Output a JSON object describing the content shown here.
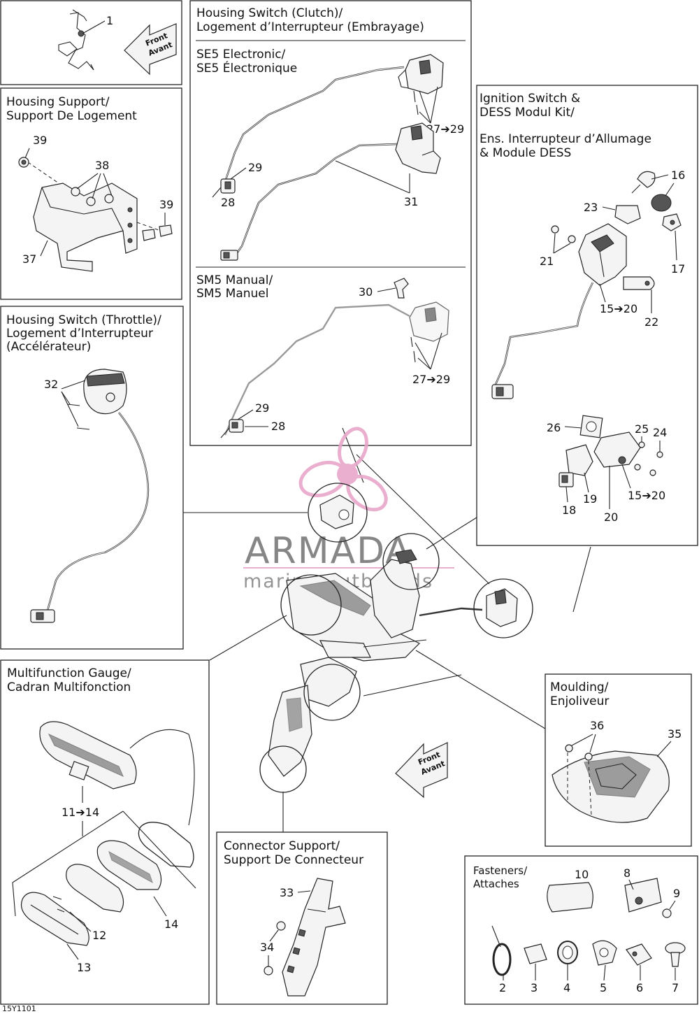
{
  "sections": {
    "clutch_housing": {
      "title_line1": "Housing Switch (Clutch)/",
      "title_line2": "Logement d’Interrupteur (Embrayage)"
    },
    "se5": {
      "line1": "SE5 Electronic/",
      "line2": "SE5 Électronique"
    },
    "sm5": {
      "line1": "SM5 Manual/",
      "line2": "SM5 Manuel"
    },
    "housing_support": {
      "line1": "Housing Support/",
      "line2": "Support De Logement"
    },
    "ignition": {
      "line1": "Ignition Switch &",
      "line2": "DESS Modul Kit/",
      "line3": "Ens. Interrupteur d’Allumage",
      "line4": "& Module DESS"
    },
    "throttle": {
      "line1": "Housing Switch (Throttle)/",
      "line2": "Logement d’Interrupteur",
      "line3": "(Accélérateur)"
    },
    "gauge": {
      "line1": "Multifunction Gauge/",
      "line2": "Cadran Multifonction"
    },
    "moulding": {
      "line1": "Moulding/",
      "line2": "Enjoliveur"
    },
    "connector_support": {
      "line1": "Connector Support/",
      "line2": "Support De Connecteur"
    },
    "fasteners": {
      "line1": "Fasteners/",
      "line2": "Attaches"
    }
  },
  "front_arrow": {
    "line1": "Front",
    "line2": "Avant"
  },
  "watermark": {
    "brand": "ARMADA",
    "tagline": "marine outboards"
  },
  "figure_code": "15Y1101",
  "callouts": {
    "c1": "1",
    "c2": "2",
    "c3": "3",
    "c4": "4",
    "c5": "5",
    "c6": "6",
    "c7": "7",
    "c8": "8",
    "c9": "9",
    "c10": "10",
    "c11_14": "11➔14",
    "c12": "12",
    "c13": "13",
    "c14": "14",
    "c15_20a": "15➔20",
    "c15_20b": "15➔20",
    "c16": "16",
    "c17": "17",
    "c18": "18",
    "c19": "19",
    "c20": "20",
    "c21": "21",
    "c22": "22",
    "c23": "23",
    "c24": "24",
    "c25": "25",
    "c26": "26",
    "c27_29a": "27➔29",
    "c27_29b": "27➔29",
    "c28a": "28",
    "c28b": "28",
    "c29a": "29",
    "c29b": "29",
    "c30": "30",
    "c31": "31",
    "c32": "32",
    "c33": "33",
    "c34": "34",
    "c35": "35",
    "c36": "36",
    "c37": "37",
    "c38": "38",
    "c39a": "39",
    "c39b": "39"
  },
  "colors": {
    "watermark_pink": "#e8a6c9",
    "watermark_gray": "#7a7a7a",
    "line": "#222222"
  }
}
